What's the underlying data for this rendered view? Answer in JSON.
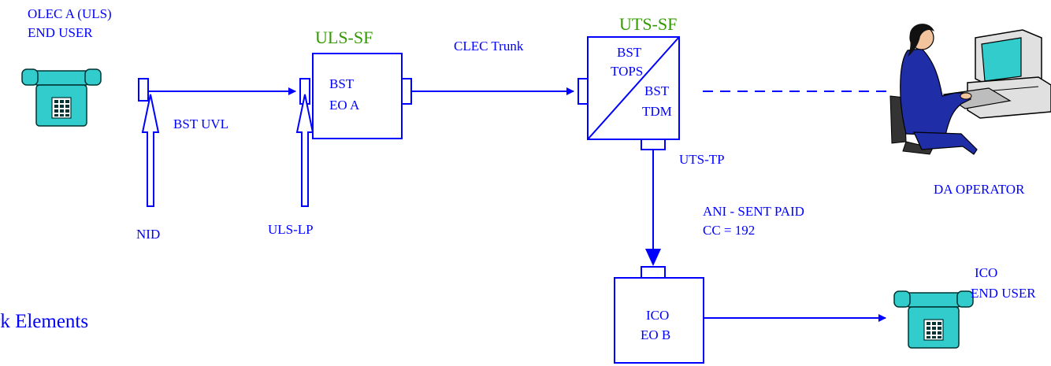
{
  "olec_end_user": {
    "line1": "OLEC A (ULS)",
    "line2": "END USER"
  },
  "nid_label": "NID",
  "bst_uvl_label": "BST UVL",
  "uls_sf": {
    "title": "ULS-SF",
    "line1": "BST",
    "line2": "EO A"
  },
  "uls_lp_label": "ULS-LP",
  "clec_trunk_label": "CLEC Trunk",
  "uts_sf": {
    "title": "UTS-SF",
    "tops_line1": "BST",
    "tops_line2": "TOPS",
    "tdm_line1": "BST",
    "tdm_line2": "TDM"
  },
  "uts_tp_label": "UTS-TP",
  "ani": {
    "line1": "ANI - SENT PAID",
    "line2": "CC = 192"
  },
  "da_operator_label": "DA OPERATOR",
  "ico_eo_b": {
    "line1": "ICO",
    "line2": "EO B"
  },
  "ico_end_user": {
    "line1": "ICO",
    "line2": "END USER"
  },
  "network_elements_label": "rk Elements",
  "colors": {
    "line": "#0000ff",
    "green_title": "#339900",
    "phone": "#33cccc"
  }
}
